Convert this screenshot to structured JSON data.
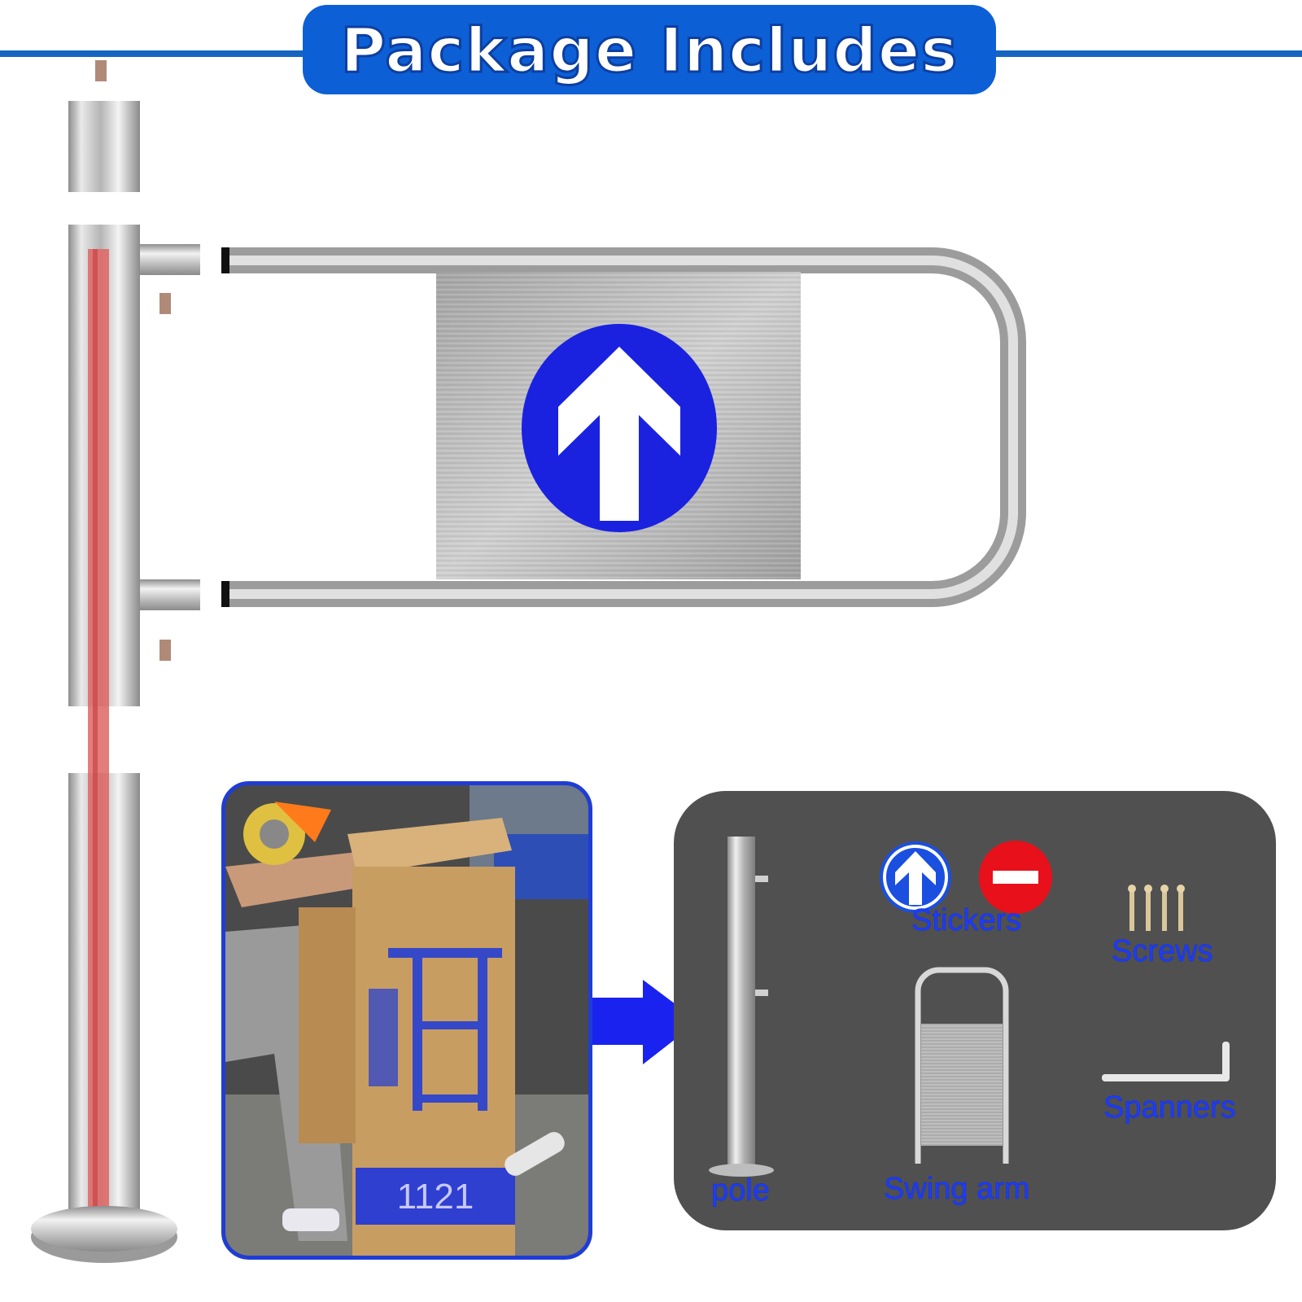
{
  "title": "Package Includes",
  "colors": {
    "title_blue": "#0d5fd6",
    "header_line": "#1565c0",
    "label_blue": "#1e3bff",
    "panel_gray": "#505050",
    "accent_red": "#e0202a",
    "steel": "#c8c8c8"
  },
  "parts": {
    "pole": "pole",
    "stickers": "Stickers",
    "screws": "Screws",
    "swing_arm": "Swing arm",
    "spanners": "Spanners"
  },
  "photo_box_text": "1121",
  "icons": [
    "arrow-up-sticker-icon",
    "no-entry-sticker-icon",
    "arrow-right-icon"
  ]
}
